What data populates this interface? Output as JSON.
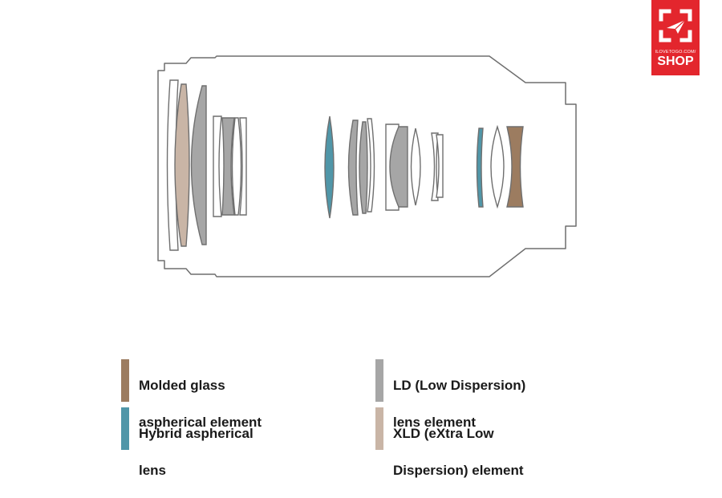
{
  "colors": {
    "outline": "#6f6f6f",
    "molded_glass_aspherical": "#9c7c60",
    "hybrid_aspherical": "#5096a8",
    "ld": "#a6a6a6",
    "xld": "#c9b5a6",
    "logo_red": "#e3262d"
  },
  "logo": {
    "small_text": "ILOVETOGO.COM/",
    "big_text": "SHOP",
    "icon": "paper-plane-frame-icon"
  },
  "legend": [
    {
      "id": "molded",
      "line1": "Molded glass",
      "line2": "aspherical element",
      "color_key": "molded_glass_aspherical"
    },
    {
      "id": "ld",
      "line1": "LD (Low Dispersion)",
      "line2": "lens element",
      "color_key": "ld"
    },
    {
      "id": "hybrid",
      "line1": "Hybrid aspherical",
      "line2": "lens",
      "color_key": "hybrid_aspherical"
    },
    {
      "id": "xld",
      "line1": "XLD (eXtra Low",
      "line2": "Dispersion) element",
      "color_key": "xld"
    }
  ]
}
